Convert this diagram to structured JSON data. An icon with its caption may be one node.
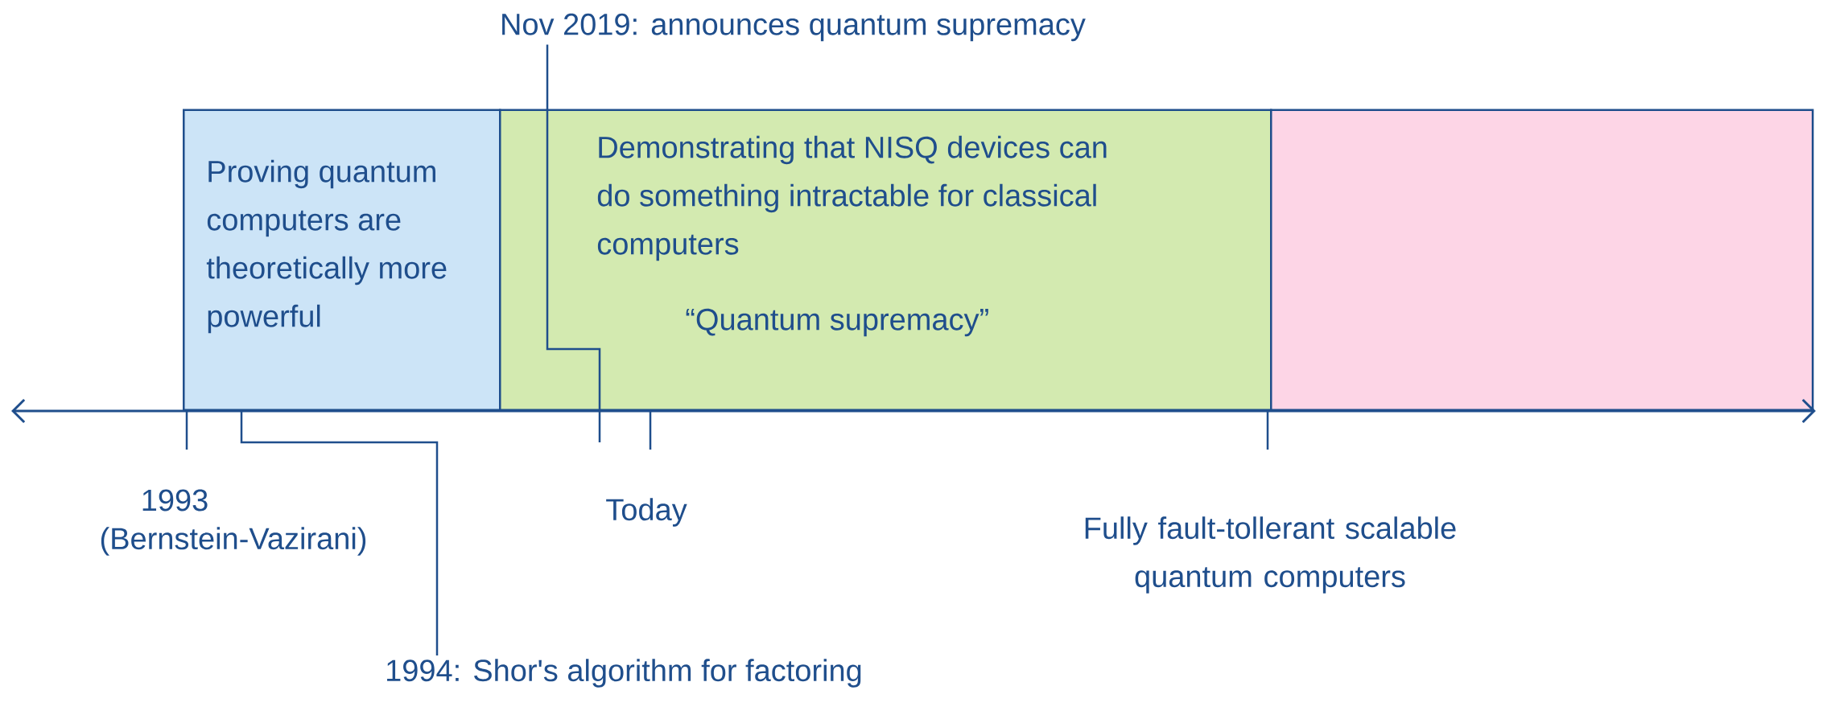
{
  "diagram": {
    "nodes": [
      {
        "text": [
          "Proving quantum computers are theoretically more powerful"
        ]
      },
      {
        "text": [
          "Demonstrating that NISQ devices can do something intractable for classical computers",
          "“Quantum supremacy”"
        ]
      },
      {
        "text": [],
        "shape": "box"
      },
      {
        "text": [
          "1994: Shor's algorithm for factoring"
        ]
      },
      {
        "text": [
          "Nov 2019: announces quantum supremacy"
        ]
      }
    ],
    "edges": [
      {
        "from": 3,
        "to": 0,
        "arrow": "none"
      },
      {
        "from": 4,
        "to": null,
        "arrow": "none"
      }
    ],
    "labels": [
      "1993",
      "(Bernstein-Vazirani)",
      "Today",
      "Fully fault-tollerant scalable quantum computers"
    ]
  }
}
